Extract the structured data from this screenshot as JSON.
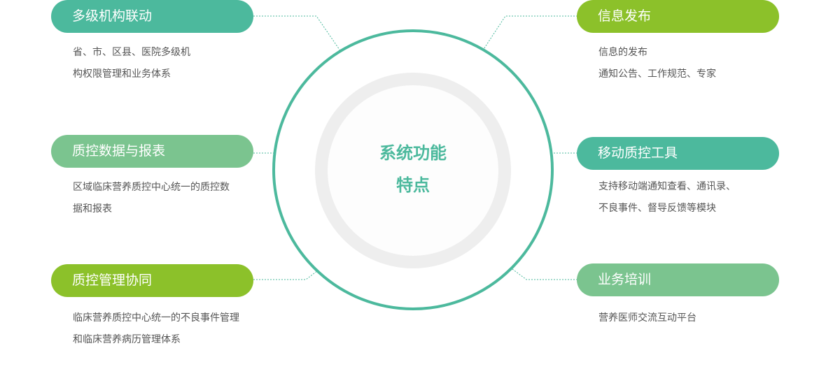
{
  "center": {
    "line1": "系统功能",
    "line2": "特点"
  },
  "features": [
    {
      "title": "多级机构联动",
      "desc": [
        "省、市、区县、医院多级机",
        "构权限管理和业务体系"
      ],
      "color": "#4cb99d"
    },
    {
      "title": "质控数据与报表",
      "desc": [
        "区域临床营养质控中心统一的质控数",
        "据和报表"
      ],
      "color": "#7bc48f"
    },
    {
      "title": "质控管理协同",
      "desc": [
        "临床营养质控中心统一的不良事件管理",
        "和临床营养病历管理体系"
      ],
      "color": "#8cc12a"
    },
    {
      "title": "信息发布",
      "desc": [
        "信息的发布",
        "通知公告、工作规范、专家"
      ],
      "color": "#8cc12a"
    },
    {
      "title": "移动质控工具",
      "desc": [
        "支持移动端通知查看、通讯录、",
        "不良事件、督导反馈等模块"
      ],
      "color": "#4cb99d"
    },
    {
      "title": "业务培训",
      "desc": [
        "营养医师交流互动平台"
      ],
      "color": "#7bc48f"
    }
  ]
}
